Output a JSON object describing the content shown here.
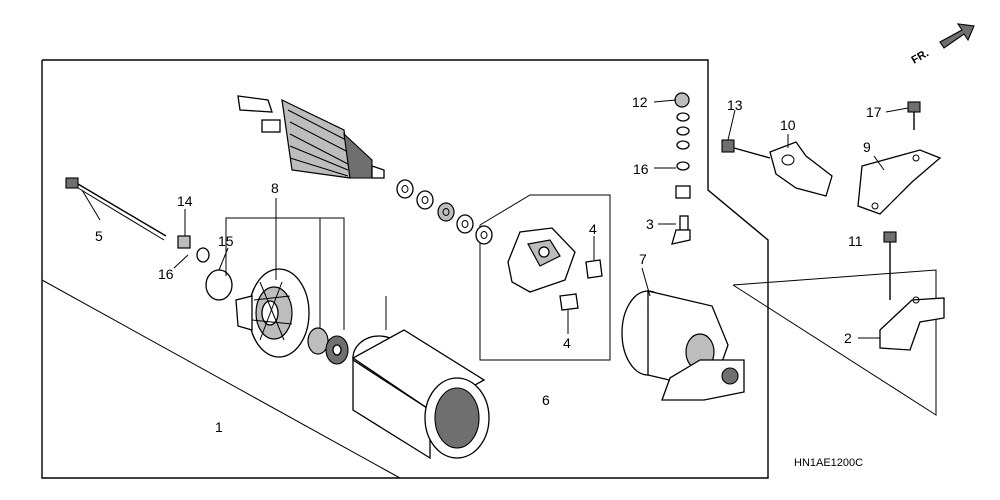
{
  "diagram_code": "HN1AE1200C",
  "front_indicator": "FR.",
  "callouts": {
    "c1": "1",
    "c2": "2",
    "c3": "3",
    "c4a": "4",
    "c4b": "4",
    "c5": "5",
    "c6": "6",
    "c7": "7",
    "c8": "8",
    "c9": "9",
    "c10": "10",
    "c11": "11",
    "c12": "12",
    "c13": "13",
    "c14": "14",
    "c15": "15",
    "c16a": "16",
    "c16b": "16",
    "c17": "17"
  }
}
